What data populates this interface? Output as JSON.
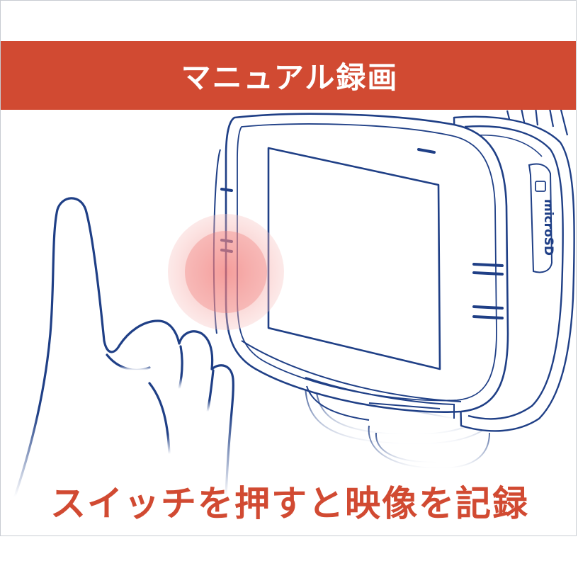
{
  "banner": {
    "title": "マニュアル録画",
    "color": "#d14a32"
  },
  "device": {
    "slot_label": "microSD",
    "outline_color": "#1f3f86"
  },
  "highlight": {
    "color": "#f08a87"
  },
  "caption": {
    "text": "スイッチを押すと映像を記録",
    "color": "#d14a32"
  }
}
